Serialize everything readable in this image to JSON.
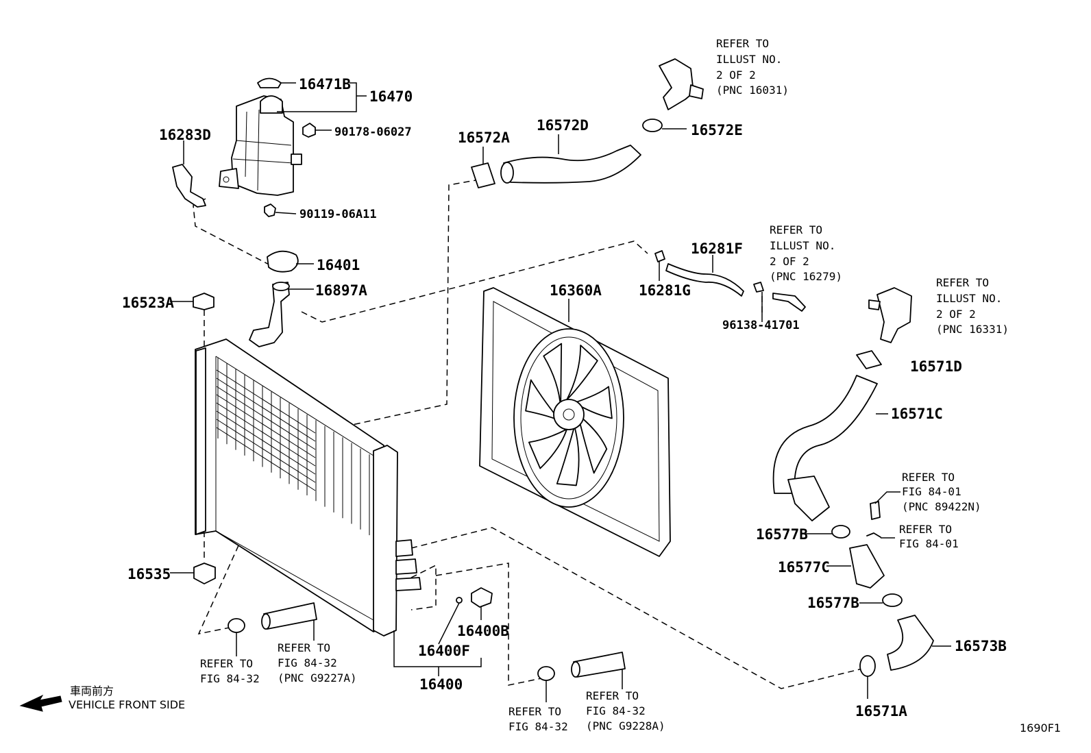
{
  "diagram": {
    "sheet_code": "1690F1",
    "direction_label_jp": "車両前方",
    "direction_label_en": "VEHICLE FRONT SIDE",
    "parts": {
      "p16471B": "16471B",
      "p16470": "16470",
      "p90178": "90178-06027",
      "p16283D": "16283D",
      "p90119": "90119-06A11",
      "p16401": "16401",
      "p16897A": "16897A",
      "p16523A": "16523A",
      "p16535": "16535",
      "p16572A": "16572A",
      "p16572D": "16572D",
      "p16572E": "16572E",
      "p16360A": "16360A",
      "p16281F": "16281F",
      "p16281G": "16281G",
      "p96138": "96138-41701",
      "p16571D": "16571D",
      "p16571C": "16571C",
      "p16577B_1": "16577B",
      "p16577C": "16577C",
      "p16577B_2": "16577B",
      "p16573B": "16573B",
      "p16571A": "16571A",
      "p16400B": "16400B",
      "p16400F": "16400F",
      "p16400": "16400"
    },
    "refs": {
      "r16031": [
        "REFER TO",
        "ILLUST NO.",
        "2 OF 2",
        "(PNC 16031)"
      ],
      "r16279": [
        "REFER TO",
        "ILLUST NO.",
        "2 OF 2",
        "(PNC 16279)"
      ],
      "r16331": [
        "REFER TO",
        "ILLUST NO.",
        "2 OF 2",
        "(PNC 16331)"
      ],
      "r89422N": [
        "REFER TO",
        "FIG 84-01",
        "(PNC 89422N)"
      ],
      "r8401": [
        "REFER TO",
        "FIG 84-01"
      ],
      "rLeftClamp": [
        "REFER TO",
        "FIG 84-32"
      ],
      "rG9227A": [
        "REFER TO",
        "FIG 84-32",
        "(PNC G9227A)"
      ],
      "rMidClamp": [
        "REFER TO",
        "FIG 84-32"
      ],
      "rG9228A": [
        "REFER TO",
        "FIG 84-32",
        "(PNC G9228A)"
      ]
    }
  }
}
